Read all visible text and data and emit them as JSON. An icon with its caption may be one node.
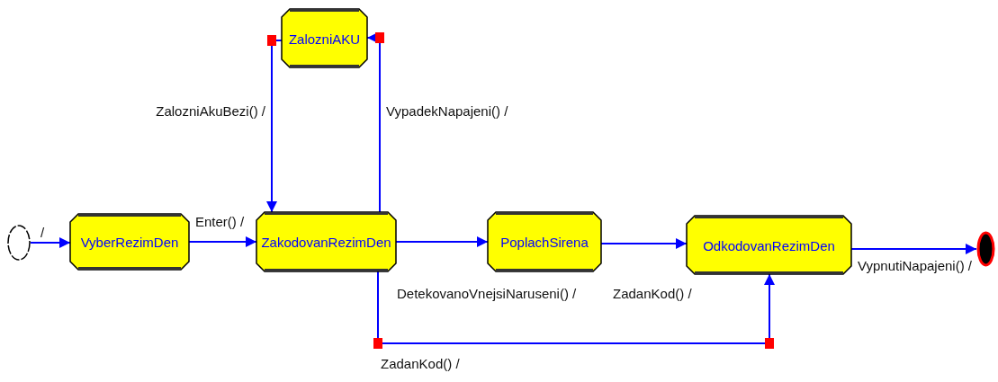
{
  "diagram": {
    "nodes": [
      {
        "text": [],
        "shape": "circle"
      },
      {
        "text": [
          "VyberRezimDen"
        ]
      },
      {
        "text": [
          "ZakodovanRezimDen"
        ]
      },
      {
        "text": [
          "ZalozniAKU"
        ]
      },
      {
        "text": [
          "PoplachSirena"
        ]
      },
      {
        "text": [
          "OdkodovanRezimDen"
        ]
      },
      {
        "text": [],
        "shape": "bullseye"
      }
    ],
    "edges": [
      {
        "from": 0,
        "to": 1,
        "arrow": "to",
        "label": "/"
      },
      {
        "from": 1,
        "to": 2,
        "arrow": "to",
        "label": "Enter() /"
      },
      {
        "from": 2,
        "to": 4,
        "arrow": "to",
        "label": "DetekovanoVnejsiNaruseni() /"
      },
      {
        "from": 4,
        "to": 5,
        "arrow": "to",
        "label": "ZadanKod() /"
      },
      {
        "from": 5,
        "to": 6,
        "arrow": "to",
        "label": "VypnutiNapajeni() /"
      },
      {
        "from": 2,
        "to": 3,
        "arrow": "to",
        "label": "VypadekNapajeni() /"
      },
      {
        "from": 3,
        "to": 2,
        "arrow": "to",
        "label": "ZalozniAkuBezi() /"
      },
      {
        "from": 2,
        "to": 5,
        "arrow": "to",
        "label": "ZadanKod() /"
      }
    ]
  }
}
